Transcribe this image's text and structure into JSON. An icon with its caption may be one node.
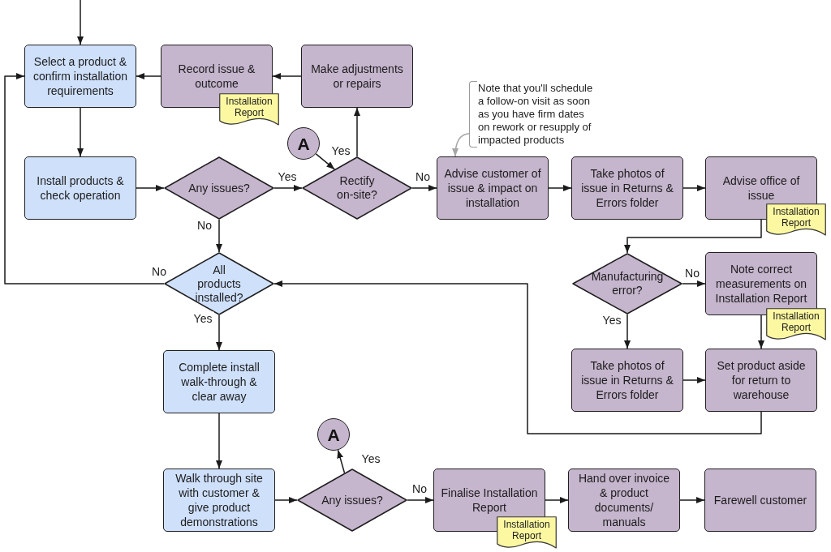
{
  "diagram": {
    "nodes": [
      {
        "text": [
          "Select a product & confirm installation requirements"
        ]
      },
      {
        "text": [
          "Record issue & outcome"
        ]
      },
      {
        "text": [
          "Installation Report"
        ]
      },
      {
        "text": [
          "Make adjustments or repairs"
        ]
      },
      {
        "text": [
          "A"
        ]
      },
      {
        "text": [
          "Install products & check operation"
        ]
      },
      {
        "text": [
          "Any issues?"
        ]
      },
      {
        "text": [
          "Rectify on-site?"
        ]
      },
      {
        "text": [
          "Note that you'll schedule a follow-on visit as soon as you have firm dates on rework or resupply of impacted products"
        ]
      },
      {
        "text": [
          "Advise customer of issue & impact on installation"
        ]
      },
      {
        "text": [
          "Take photos of issue in Returns & Errors folder"
        ]
      },
      {
        "text": [
          "Advise office of issue"
        ]
      },
      {
        "text": [
          "Installation Report"
        ]
      },
      {
        "text": [
          "All products installed?"
        ]
      },
      {
        "text": [
          "Manufacturing error?"
        ]
      },
      {
        "text": [
          "Note correct measurements on Installation Report"
        ]
      },
      {
        "text": [
          "Installation Report"
        ]
      },
      {
        "text": [
          "Complete install walk-through & clear away"
        ]
      },
      {
        "text": [
          "Take photos of issue in Returns & Errors folder"
        ]
      },
      {
        "text": [
          "Set product aside for return to warehouse"
        ]
      },
      {
        "text": [
          "A"
        ]
      },
      {
        "text": [
          "Walk through site with customer & give product demonstrations"
        ]
      },
      {
        "text": [
          "Any issues?"
        ]
      },
      {
        "text": [
          "Finalise Installation Report"
        ]
      },
      {
        "text": [
          "Installation Report"
        ]
      },
      {
        "text": [
          "Hand over invoice & product documents/ manuals"
        ]
      },
      {
        "text": [
          "Farewell customer"
        ]
      }
    ],
    "edges": [
      {
        "from": null,
        "to": 0,
        "arrow": "to"
      },
      {
        "from": 0,
        "to": 5,
        "arrow": "to"
      },
      {
        "from": 1,
        "to": 0,
        "arrow": "to"
      },
      {
        "from": 3,
        "to": 1,
        "arrow": "to"
      },
      {
        "from": 5,
        "to": 6,
        "arrow": "to"
      },
      {
        "from": 6,
        "to": 7,
        "arrow": "to",
        "label": "Yes"
      },
      {
        "from": 4,
        "to": 7,
        "arrow": "to"
      },
      {
        "from": 7,
        "to": 3,
        "arrow": "to",
        "label": "Yes"
      },
      {
        "from": 7,
        "to": 9,
        "arrow": "to",
        "label": "No"
      },
      {
        "from": 8,
        "to": 9,
        "arrow": "to",
        "color": "#a6a6a6"
      },
      {
        "from": 9,
        "to": 10,
        "arrow": "to"
      },
      {
        "from": 10,
        "to": 11,
        "arrow": "to"
      },
      {
        "from": 11,
        "to": 14,
        "arrow": "to"
      },
      {
        "from": 6,
        "to": 13,
        "arrow": "to",
        "label": "No"
      },
      {
        "from": 13,
        "to": 0,
        "arrow": "to",
        "label": "No"
      },
      {
        "from": 14,
        "to": 15,
        "arrow": "to",
        "label": "No"
      },
      {
        "from": 14,
        "to": 18,
        "arrow": "to",
        "label": "Yes"
      },
      {
        "from": 15,
        "to": 19,
        "arrow": "to"
      },
      {
        "from": 18,
        "to": 19,
        "arrow": "to"
      },
      {
        "from": 19,
        "to": 13,
        "arrow": "to"
      },
      {
        "from": 13,
        "to": 17,
        "arrow": "to",
        "label": "Yes"
      },
      {
        "from": 17,
        "to": 21,
        "arrow": "to"
      },
      {
        "from": 21,
        "to": 22,
        "arrow": "to"
      },
      {
        "from": 22,
        "to": 20,
        "arrow": "to",
        "label": "Yes"
      },
      {
        "from": 22,
        "to": 23,
        "arrow": "to",
        "label": "No"
      },
      {
        "from": 23,
        "to": 25,
        "arrow": "to"
      },
      {
        "from": 25,
        "to": 26,
        "arrow": "to"
      }
    ]
  }
}
